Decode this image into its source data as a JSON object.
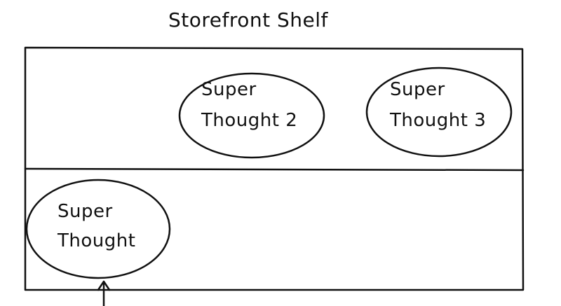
{
  "title": "Storefront Shelf",
  "shelves": [
    {
      "items": [
        {
          "line1": "Super",
          "line2": "Thought 2"
        },
        {
          "line1": "Super",
          "line2": "Thought 3"
        }
      ]
    },
    {
      "items": [
        {
          "line1": "Super",
          "line2": "Thought"
        }
      ]
    }
  ],
  "colors": {
    "ink": "#111111",
    "background": "#ffffff"
  },
  "icons": [
    "up-arrow-icon"
  ]
}
